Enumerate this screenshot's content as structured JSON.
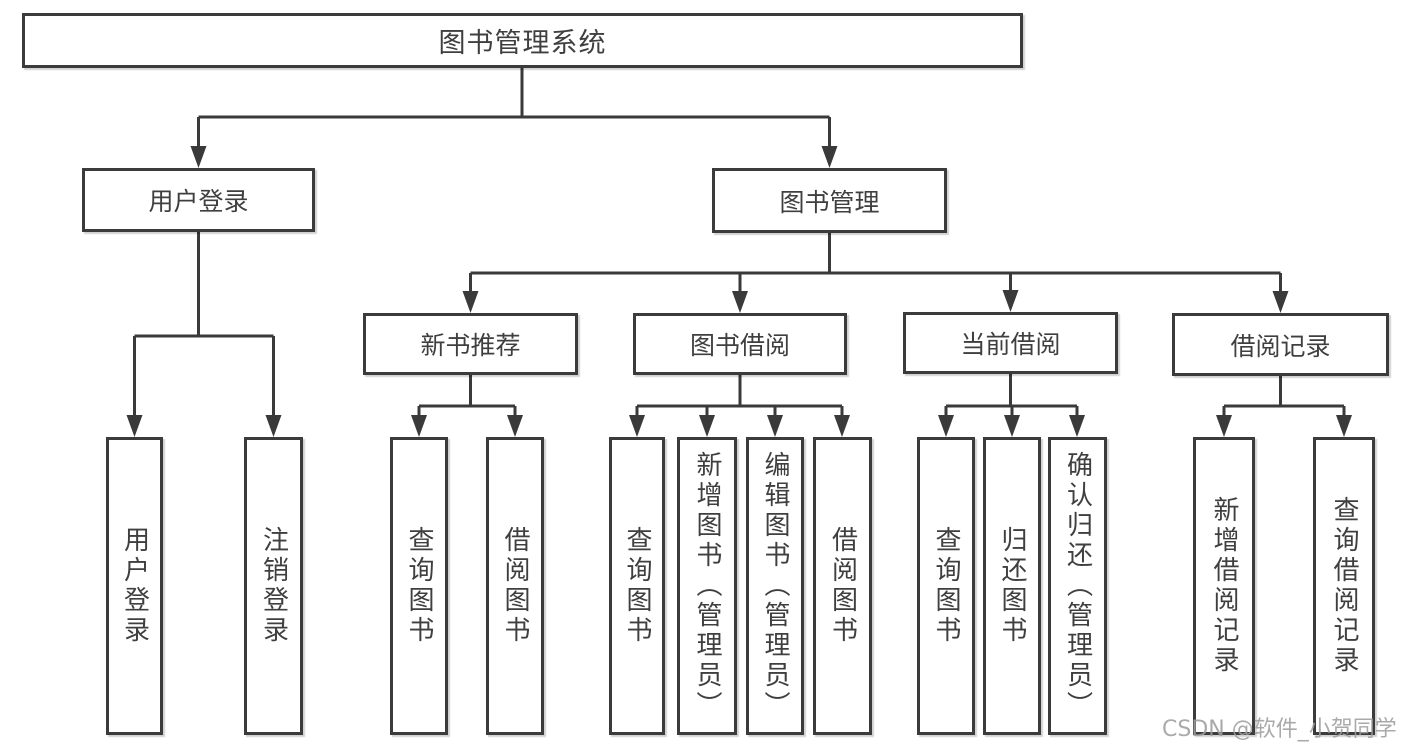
{
  "diagram": {
    "root": {
      "label": "图书管理系统"
    },
    "level2": [
      {
        "id": "user-login",
        "label": "用户登录"
      },
      {
        "id": "book-management",
        "label": "图书管理"
      }
    ],
    "level3": [
      {
        "id": "new-book-recommend",
        "label": "新书推荐"
      },
      {
        "id": "book-borrowing",
        "label": "图书借阅"
      },
      {
        "id": "current-borrowing",
        "label": "当前借阅"
      },
      {
        "id": "borrowing-records",
        "label": "借阅记录"
      }
    ],
    "leaves": {
      "user_login": [
        {
          "label": "用户登录"
        },
        {
          "label": "注销登录"
        }
      ],
      "new_book": [
        {
          "label": "查询图书"
        },
        {
          "label": "借阅图书"
        }
      ],
      "book_borrow": [
        {
          "label": "查询图书"
        },
        {
          "label": "新增图书（管理员）"
        },
        {
          "label": "编辑图书（管理员）"
        },
        {
          "label": "借阅图书"
        }
      ],
      "current_borrow": [
        {
          "label": "查询图书"
        },
        {
          "label": "归还图书"
        },
        {
          "label": "确认归还（管理员）"
        }
      ],
      "borrow_records": [
        {
          "label": "新增借阅记录"
        },
        {
          "label": "查询借阅记录"
        }
      ]
    }
  },
  "colors": {
    "line": "#3a3a3a",
    "border": "#3b3b3b",
    "text": "#3f3f3f",
    "background": "#ffffff",
    "watermark": "#9e9e9e"
  },
  "watermark": {
    "text": "CSDN @软件_小贺同学"
  }
}
